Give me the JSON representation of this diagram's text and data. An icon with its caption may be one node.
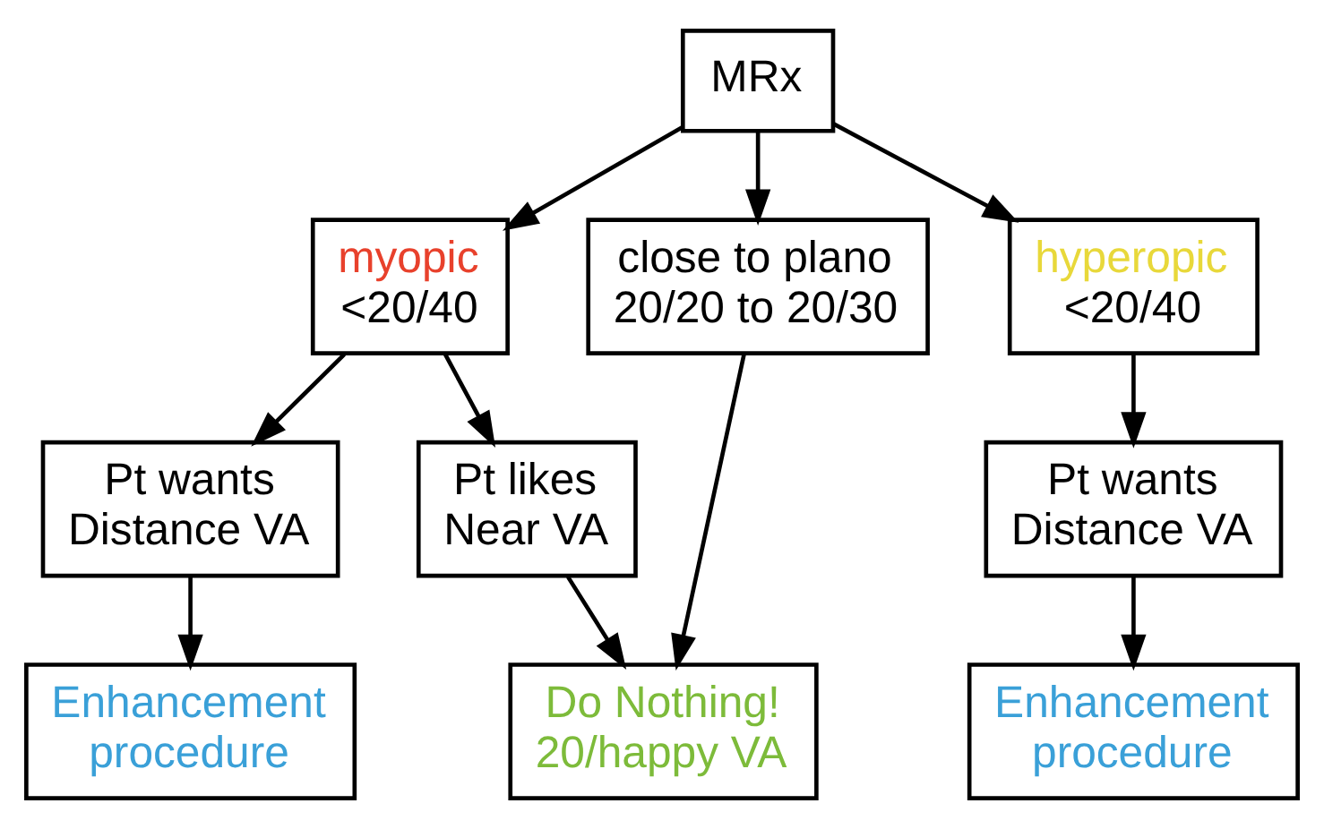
{
  "diagram": {
    "nodes": [
      {
        "text": [
          "MRx"
        ]
      },
      {
        "text": [
          "myopic",
          "<20/40"
        ]
      },
      {
        "text": [
          "close to plano 20/20 to 20/30"
        ]
      },
      {
        "text": [
          "hyperopic",
          "<20/40"
        ]
      },
      {
        "text": [
          "Pt wants Distance VA"
        ]
      },
      {
        "text": [
          "Pt likes Near VA"
        ]
      },
      {
        "text": [
          "Pt wants Distance VA"
        ]
      },
      {
        "text": [
          "Enhancement procedure"
        ]
      },
      {
        "text": [
          "Do Nothing! 20/happy VA"
        ]
      },
      {
        "text": [
          "Enhancement procedure"
        ]
      }
    ],
    "edges": [
      {
        "from": 0,
        "to": 1,
        "arrow": "to"
      },
      {
        "from": 0,
        "to": 2,
        "arrow": "to"
      },
      {
        "from": 0,
        "to": 3,
        "arrow": "to"
      },
      {
        "from": 1,
        "to": 4,
        "arrow": "to"
      },
      {
        "from": 1,
        "to": 5,
        "arrow": "to"
      },
      {
        "from": 3,
        "to": 6,
        "arrow": "to"
      },
      {
        "from": 4,
        "to": 7,
        "arrow": "to"
      },
      {
        "from": 5,
        "to": 8,
        "arrow": "to"
      },
      {
        "from": 2,
        "to": 8,
        "arrow": "to"
      },
      {
        "from": 6,
        "to": 9,
        "arrow": "to"
      }
    ]
  }
}
